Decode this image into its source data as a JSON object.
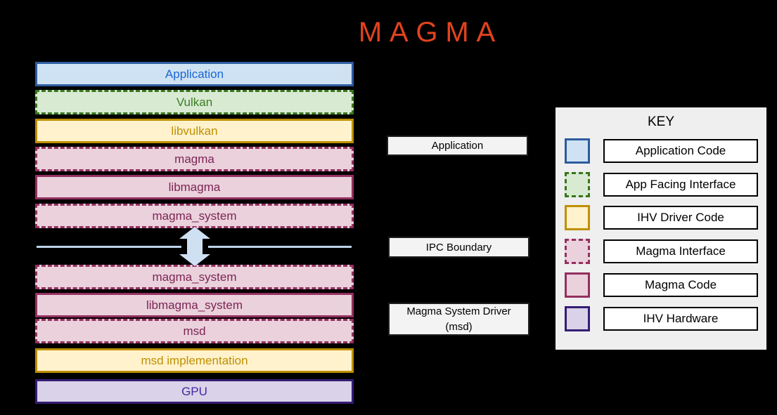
{
  "title": "MAGMA",
  "colors": {
    "background": "#000000",
    "title_text": "#e2431e",
    "application_code_fill": "#cfe2f3",
    "application_code_border": "#2d5b9e",
    "app_facing_interface_fill": "#d9ead3",
    "app_facing_interface_border": "#38761d",
    "ihv_driver_code_fill": "#fff2cc",
    "ihv_driver_code_border": "#bf9000",
    "magma_fill": "#ead1dc",
    "magma_border": "#93305f",
    "ihv_hardware_fill": "#d9d2e9",
    "ihv_hardware_border": "#351c75",
    "ipc_line": "#bdd3e8",
    "panel_fill": "#efefef"
  },
  "stack": {
    "layers": [
      {
        "label": "Application",
        "style": "app-code"
      },
      {
        "label": "Vulkan",
        "style": "app-facing-interface"
      },
      {
        "label": "libvulkan",
        "style": "ihv-driver-code"
      },
      {
        "label": "magma",
        "style": "magma-interface"
      },
      {
        "label": "libmagma",
        "style": "magma-code"
      },
      {
        "label": "magma_system",
        "style": "magma-interface"
      },
      {
        "label": "magma_system",
        "style": "magma-interface"
      },
      {
        "label": "libmagma_system",
        "style": "magma-code"
      },
      {
        "label": "msd",
        "style": "magma-interface"
      },
      {
        "label": "msd implementation",
        "style": "ihv-driver-code"
      },
      {
        "label": "GPU",
        "style": "ihv-hardware"
      }
    ]
  },
  "annotations": [
    {
      "label": "Application"
    },
    {
      "label": "IPC Boundary"
    },
    {
      "label": "Magma System Driver (msd)"
    }
  ],
  "key": {
    "title": "KEY",
    "items": [
      {
        "label": "Application Code",
        "swatch": "app-code"
      },
      {
        "label": "App Facing Interface",
        "swatch": "app-facing-interface"
      },
      {
        "label": "IHV Driver Code",
        "swatch": "ihv-driver-code"
      },
      {
        "label": "Magma Interface",
        "swatch": "magma-interface"
      },
      {
        "label": "Magma Code",
        "swatch": "magma-code"
      },
      {
        "label": "IHV Hardware",
        "swatch": "ihv-hardware"
      }
    ]
  }
}
